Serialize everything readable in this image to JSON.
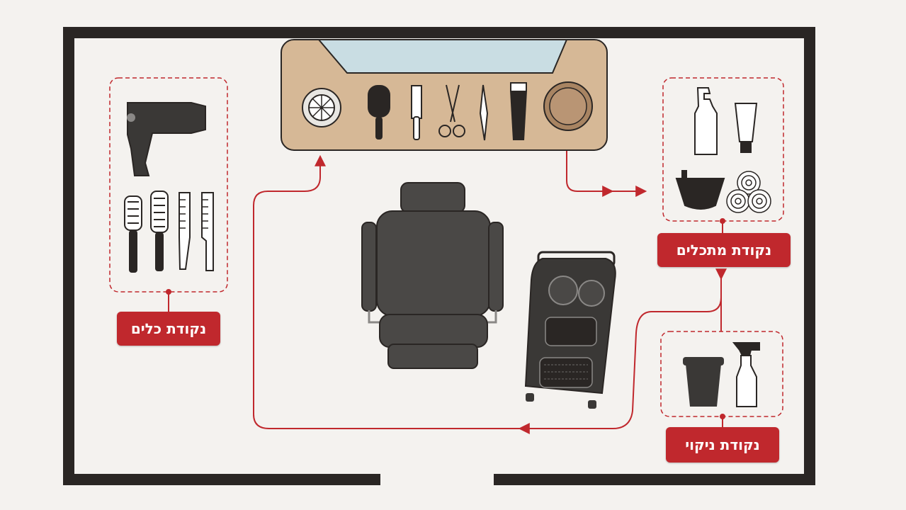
{
  "labels": {
    "tools": "נקודת כלים",
    "products": "נקודת מתכלים",
    "cleaning": "נקודת ניקוי"
  },
  "colors": {
    "accent": "#c0282d",
    "wall": "#2a2624",
    "floor": "#f4f2ef",
    "counter": "#d6b896",
    "equipment": "#4a4846"
  },
  "icons": {
    "tools_zone": [
      "hair-dryer-icon",
      "round-brush-icon",
      "round-brush-icon",
      "comb-icon",
      "comb-icon"
    ],
    "counter": [
      "sink-drain-icon",
      "paddle-brush-icon",
      "comb-icon",
      "scissors-icon",
      "razor-icon",
      "clipper-icon",
      "bowl-icon"
    ],
    "products_zone": [
      "pump-bottle-icon",
      "tube-icon",
      "mixing-bowl-icon",
      "towel-rolls-icon"
    ],
    "cleaning_zone": [
      "trash-bin-icon",
      "spray-bottle-icon"
    ],
    "center": [
      "salon-chair-icon",
      "trolley-icon"
    ]
  }
}
